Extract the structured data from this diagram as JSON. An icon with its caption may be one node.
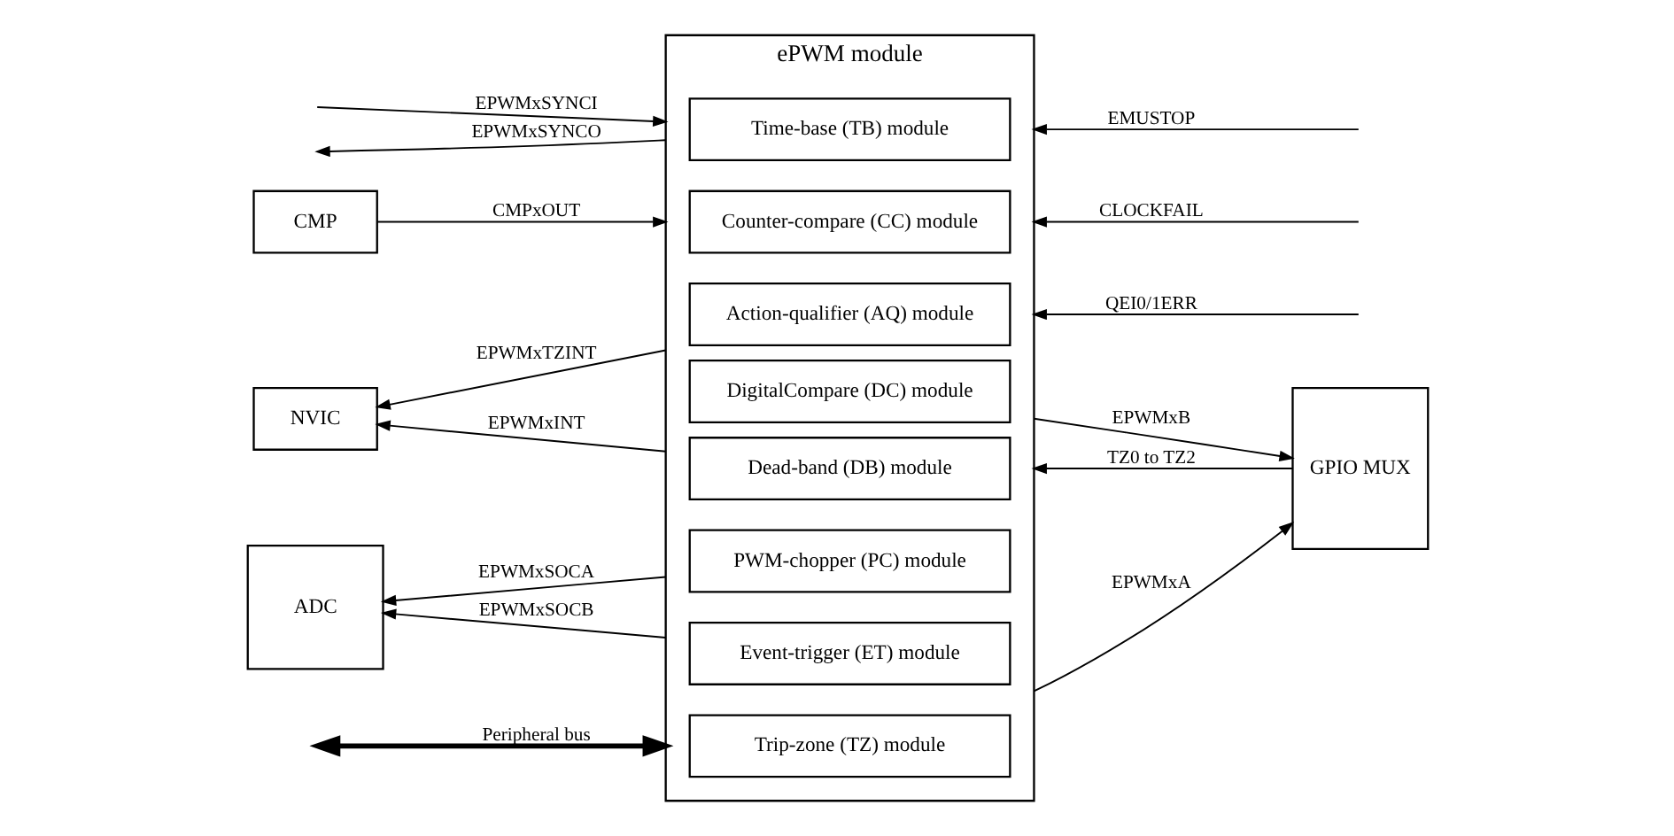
{
  "diagram": {
    "nodes": [
      {
        "text": [
          "ePWM module"
        ]
      },
      {
        "text": [
          "Time-base (TB) module"
        ],
        "in": 0
      },
      {
        "text": [
          "Counter-compare (CC) module"
        ],
        "in": 0
      },
      {
        "text": [
          "Action-qualifier (AQ) module"
        ],
        "in": 0
      },
      {
        "text": [
          "Dead-band (DB) module"
        ],
        "in": 0
      },
      {
        "text": [
          "PWM-chopper (PC) module"
        ],
        "in": 0
      },
      {
        "text": [
          "Event-trigger (ET) module"
        ],
        "in": 0
      },
      {
        "text": [
          "Trip-zone (TZ) module"
        ],
        "in": 0
      },
      {
        "text": [
          "DigitalCompare (DC) module"
        ],
        "in": 0
      },
      {
        "text": [
          "CMP"
        ]
      },
      {
        "text": [
          "NVIC"
        ]
      },
      {
        "text": [
          "ADC"
        ]
      },
      {
        "text": [
          "GPIO MUX"
        ]
      }
    ],
    "edges": [
      {
        "from": null,
        "to": 0,
        "arrow": "to",
        "label": "EPWMxSYNCI"
      },
      {
        "from": 0,
        "to": null,
        "arrow": "to",
        "label": "EPWMxSYNCO"
      },
      {
        "from": 9,
        "to": 0,
        "arrow": "to",
        "label": "CMPxOUT"
      },
      {
        "from": 0,
        "to": 10,
        "arrow": "to",
        "label": "EPWMxTZINT"
      },
      {
        "from": 0,
        "to": 10,
        "arrow": "to",
        "label": "EPWMxINT"
      },
      {
        "from": 0,
        "to": 11,
        "arrow": "to",
        "label": "EPWMxSOCA"
      },
      {
        "from": 0,
        "to": 11,
        "arrow": "to",
        "label": "EPWMxSOCB"
      },
      {
        "from": null,
        "to": 0,
        "arrow": "to",
        "label": "EMUSTOP"
      },
      {
        "from": null,
        "to": 0,
        "arrow": "to",
        "label": "CLOCKFAIL"
      },
      {
        "from": null,
        "to": 0,
        "arrow": "to",
        "label": "QEI0/1ERR"
      },
      {
        "from": null,
        "to": 0,
        "arrow": "both",
        "label": "Peripheral bus",
        "style": "thick"
      },
      {
        "from": 12,
        "to": 0,
        "arrow": "to",
        "label": "TZ0 to TZ2"
      },
      {
        "from": 0,
        "to": 12,
        "arrow": "to",
        "label": "EPWMxA"
      },
      {
        "from": 0,
        "to": 12,
        "arrow": "to",
        "label": "EPWMxB"
      }
    ]
  }
}
